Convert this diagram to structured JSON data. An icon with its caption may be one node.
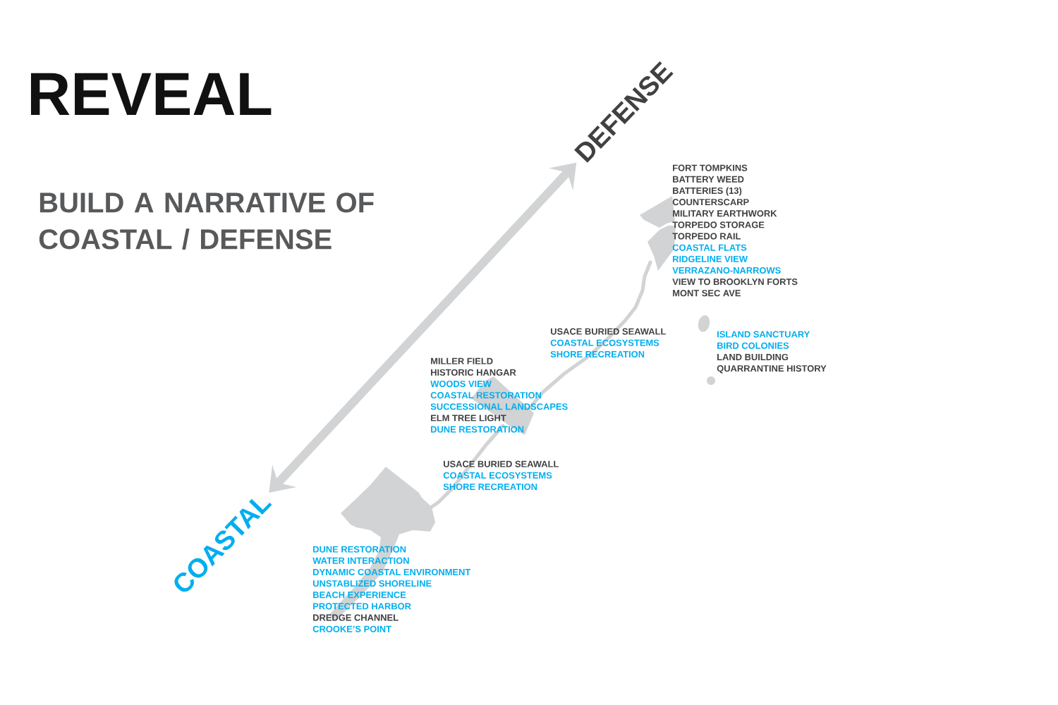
{
  "diagram": {
    "title": "REVEAL",
    "nodes": [
      {
        "text": [
          "COASTAL"
        ]
      },
      {
        "text": [
          "DEFENSE"
        ]
      }
    ],
    "edges": [
      {
        "from": 0,
        "to": 1,
        "arrow": "both",
        "color": "#d1d3d4"
      }
    ],
    "labels": [
      "BUILD A NARRATIVE OF COASTAL / DEFENSE",
      "FORT TOMPKINS",
      "BATTERY WEED",
      "BATTERIES (13)",
      "COUNTERSCARP",
      "MILITARY EARTHWORK",
      "TORPEDO STORAGE",
      "TORPEDO RAIL",
      "COASTAL FLATS",
      "RIDGELINE VIEW",
      "VERRAZANO-NARROWS",
      "VIEW TO BROOKLYN FORTS",
      "MONT SEC AVE",
      "USACE BURIED SEAWALL",
      "COASTAL ECOSYSTEMS",
      "SHORE RECREATION",
      "ISLAND SANCTUARY",
      "BIRD COLONIES",
      "LAND BUILDING",
      "QUARRANTINE HISTORY",
      "MILLER FIELD",
      "HISTORIC HANGAR",
      "WOODS VIEW",
      "COASTAL RESTORATION",
      "SUCCESSIONAL LANDSCAPES",
      "ELM TREE LIGHT",
      "DUNE RESTORATION",
      "USACE BURIED SEAWALL",
      "COASTAL ECOSYSTEMS",
      "SHORE RECREATION",
      "DUNE RESTORATION",
      "WATER INTERACTION",
      "DYNAMIC COASTAL ENVIRONMENT",
      "UNSTABLIZED SHORELINE",
      "BEACH EXPERIENCE",
      "PROTECTED HARBOR",
      "DREDGE CHANNEL",
      "CROOKE’S POINT"
    ]
  }
}
